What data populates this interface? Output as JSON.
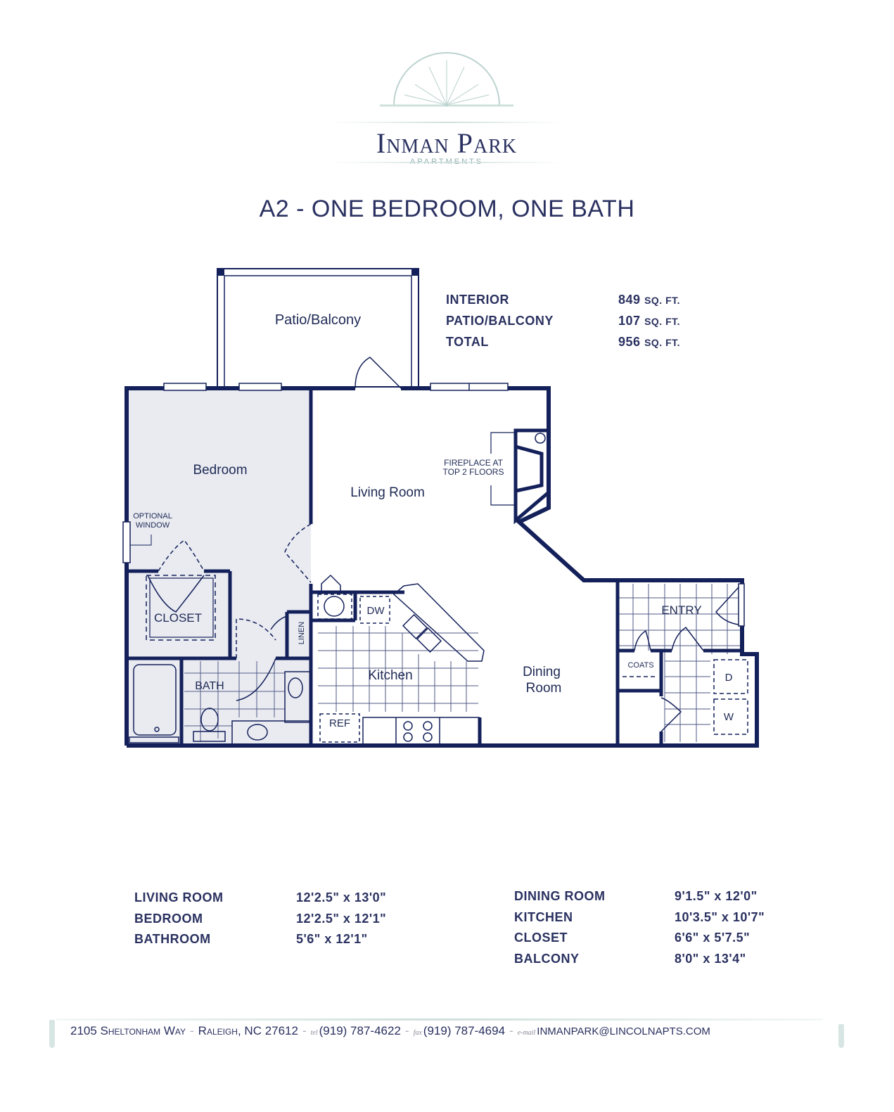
{
  "brand": {
    "name": "Inman Park",
    "subtitle": "APARTMENTS",
    "accent_color": "#8fb0ac",
    "text_color": "#2a3160"
  },
  "plan_title": "A2 - ONE BEDROOM, ONE BATH",
  "areas": [
    {
      "label": "INTERIOR",
      "value": "849",
      "unit": "SQ. FT."
    },
    {
      "label": "PATIO/BALCONY",
      "value": "107",
      "unit": "SQ. FT."
    },
    {
      "label": "TOTAL",
      "value": "956",
      "unit": "SQ. FT."
    }
  ],
  "floorplan": {
    "wall_color": "#14205a",
    "rooms": {
      "patio": "Patio/Balcony",
      "bedroom": "Bedroom",
      "living": "Living Room",
      "closet": "CLOSET",
      "bath": "BATH",
      "linen": "LINEN",
      "kitchen": "Kitchen",
      "dining_1": "Dining",
      "dining_2": "Room",
      "entry": "ENTRY",
      "coats": "COATS"
    },
    "appliances": {
      "dw": "DW",
      "ref": "REF",
      "dryer": "D",
      "washer": "W"
    },
    "notes": {
      "optional_window_1": "OPTIONAL",
      "optional_window_2": "WINDOW",
      "fireplace_1": "FIREPLACE AT",
      "fireplace_2": "TOP 2 FLOORS"
    }
  },
  "dimensions_left": [
    {
      "room": "LIVING ROOM",
      "size": "12'2.5\" x 13'0\""
    },
    {
      "room": "BEDROOM",
      "size": "12'2.5\" x 12'1\""
    },
    {
      "room": "BATHROOM",
      "size": "5'6\" x 12'1\""
    }
  ],
  "dimensions_right": [
    {
      "room": "DINING ROOM",
      "size": "9'1.5\" x 12'0\""
    },
    {
      "room": "KITCHEN",
      "size": "10'3.5\" x 10'7\""
    },
    {
      "room": "CLOSET",
      "size": "6'6\" x 5'7.5\""
    },
    {
      "room": "BALCONY",
      "size": "8'0\" x 13'4\""
    }
  ],
  "footer": {
    "address": "2105 Sheltonham Way",
    "city": "Raleigh, NC 27612",
    "tel_label": "tel",
    "tel": "(919) 787-4622",
    "fax_label": "fax",
    "fax": "(919) 787-4694",
    "email_label": "e-mail",
    "email": "INMANPARK@LINCOLNAPTS.COM"
  }
}
